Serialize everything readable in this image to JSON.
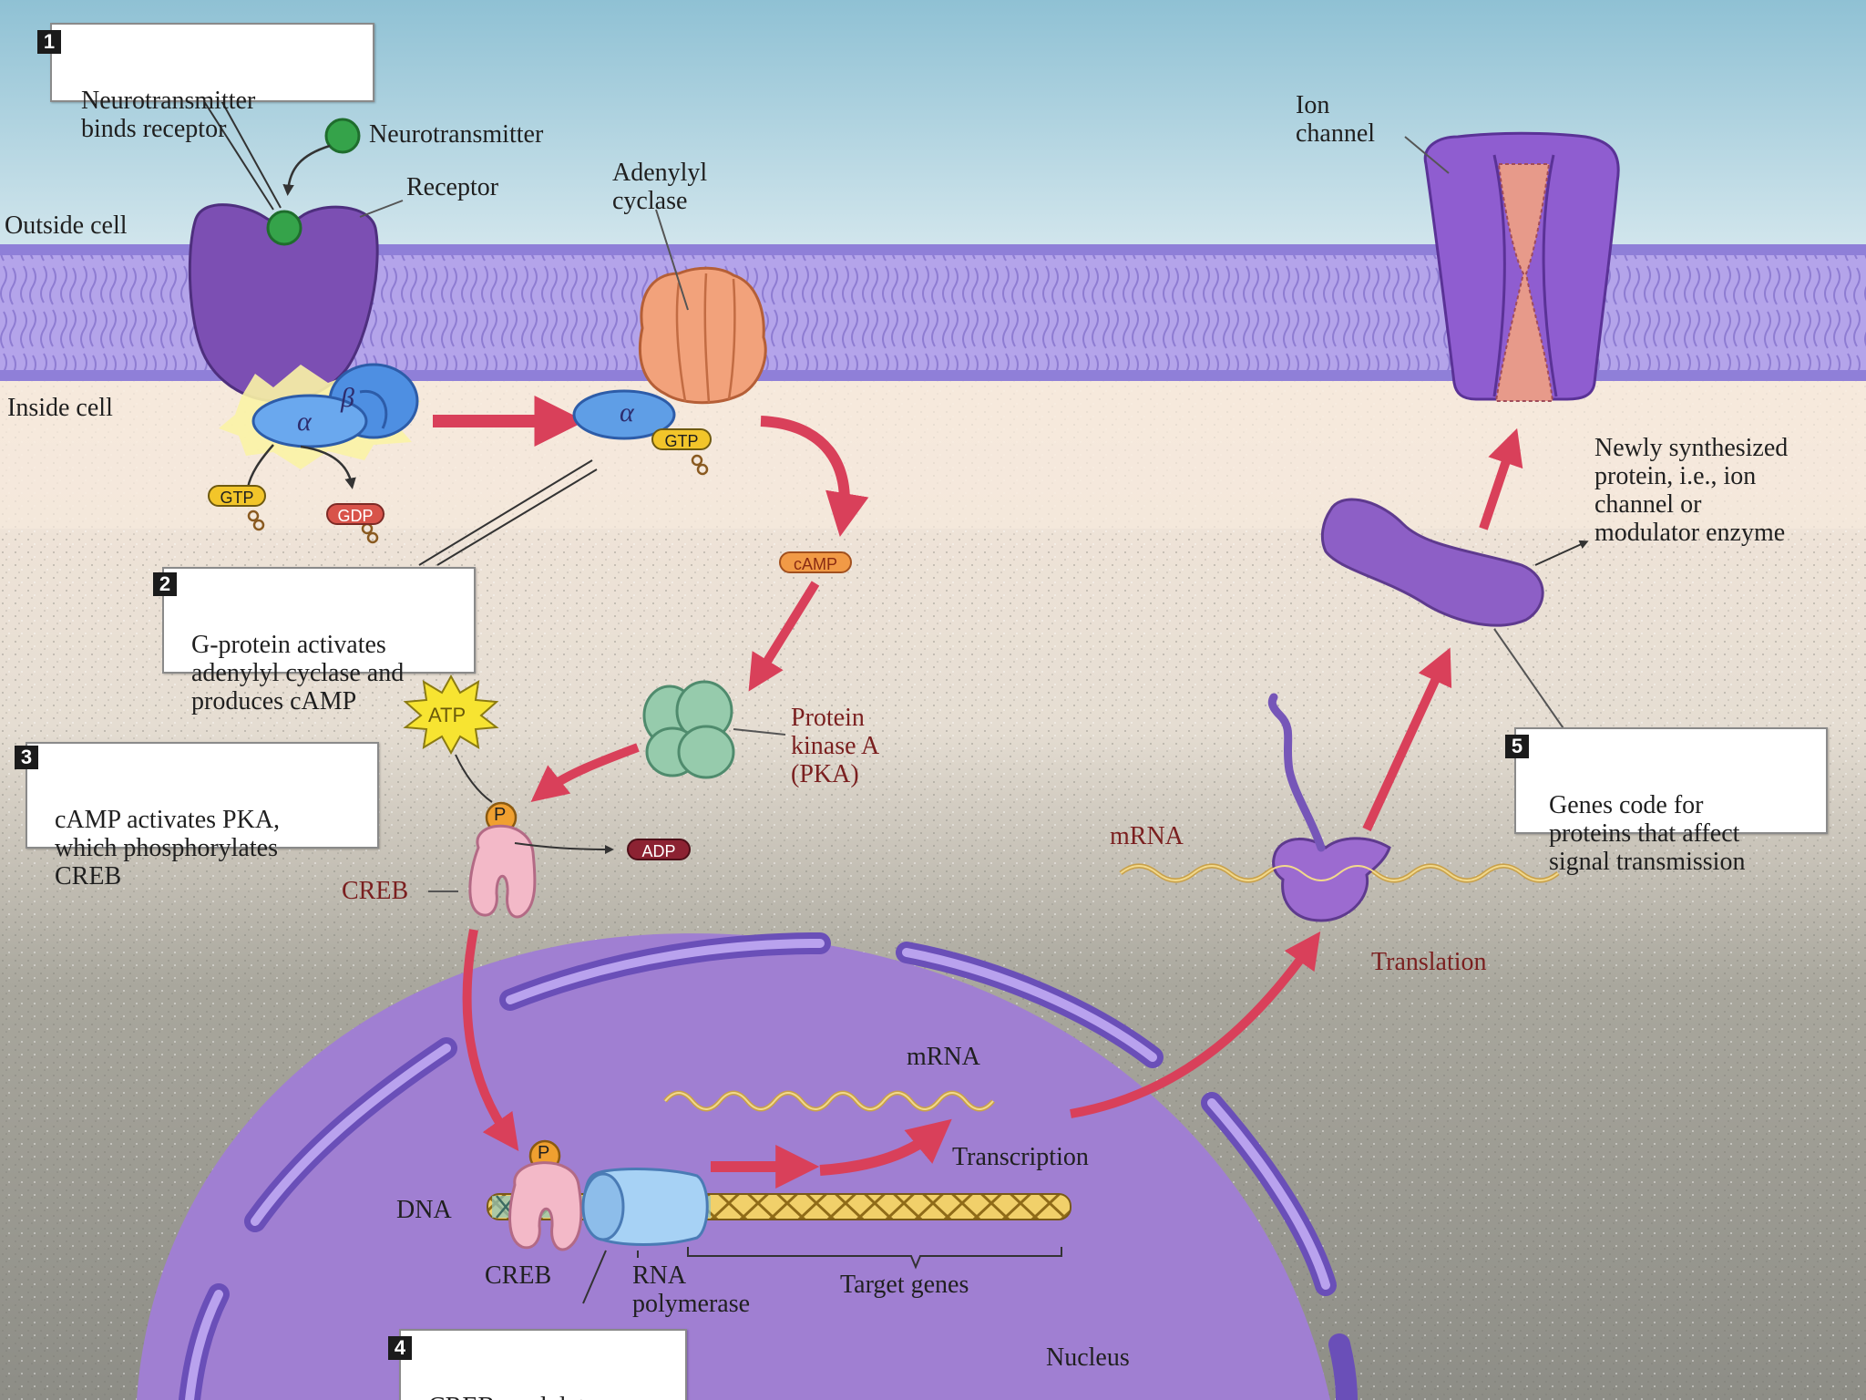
{
  "steps": {
    "s1": {
      "number": "1",
      "text": "Neurotransmitter\nbinds receptor"
    },
    "s2": {
      "number": "2",
      "text": "G-protein activates\nadenylyl cyclase and\nproduces cAMP"
    },
    "s3": {
      "number": "3",
      "text": "cAMP activates PKA,\nwhich phosphorylates\nCREB"
    },
    "s4": {
      "number": "4",
      "text": "CREB modulates\ngene transcription"
    },
    "s5": {
      "number": "5",
      "text": "Genes code for\nproteins that affect\nsignal transmission"
    }
  },
  "labels": {
    "neurotransmitter": "Neurotransmitter",
    "receptor": "Receptor",
    "outside_cell": "Outside cell",
    "inside_cell": "Inside cell",
    "adenylyl_cyclase": "Adenylyl\ncyclase",
    "ion_channel": "Ion\nchannel",
    "new_protein": "Newly synthesized\nprotein, i.e., ion\nchannel or\nmodulator enzyme",
    "camp": "cAMP",
    "pka": "Protein\nkinase A\n(PKA)",
    "atp": "ATP",
    "adp": "ADP",
    "creb_cyto": "CREB",
    "p_cyto": "P",
    "mrna_cyto": "mRNA",
    "translation": "Translation",
    "mrna_nuc": "mRNA",
    "transcription": "Transcription",
    "dna": "DNA",
    "creb_nuc": "CREB",
    "p_nuc": "P",
    "rna_polymerase": "RNA\npolymerase",
    "target_genes": "Target genes",
    "nucleus": "Nucleus",
    "gtp_released": "GTP",
    "gdp": "GDP",
    "gtp_bound": "GTP",
    "alpha_1": "α",
    "beta": "β",
    "alpha_2": "α"
  },
  "colors": {
    "sky": "#9fcbdc",
    "membrane": "#a08ee0",
    "receptor": "#7a4fb0",
    "g_alpha": "#5f9ee6",
    "adenylyl_cyclase": "#f0a07a",
    "pka": "#93c9ab",
    "creb": "#f2b6c6",
    "nucleus": "#9d79cf",
    "arrow": "#d9405a",
    "gtp": "#f2c52a",
    "gdp": "#d8534a"
  }
}
